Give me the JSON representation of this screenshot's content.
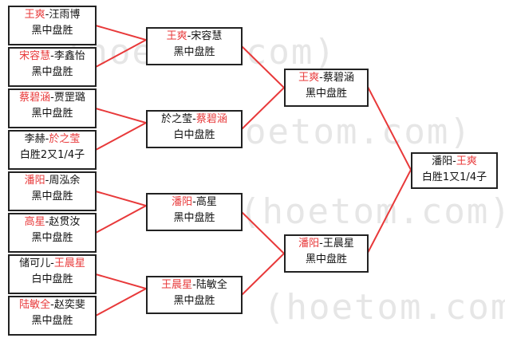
{
  "watermark": "(hoetom.com)",
  "colors": {
    "winner": "#e8393a",
    "line": "#e8393a",
    "text": "#111111",
    "border": "#222222"
  },
  "matches": [
    {
      "p1": "王爽",
      "sep": "-",
      "p2": "汪雨博",
      "winner": 1,
      "result": "黑中盘胜"
    },
    {
      "p1": "宋容慧",
      "sep": "-",
      "p2": "李鑫怡",
      "winner": 1,
      "result": "黑中盘胜"
    },
    {
      "p1": "蔡碧涵",
      "sep": "-",
      "p2": "贾罡璐",
      "winner": 1,
      "result": "黑中盘胜"
    },
    {
      "p1": "李赫",
      "sep": "-",
      "p2": "於之莹",
      "winner": 2,
      "result": "白胜2又1/4子"
    },
    {
      "p1": "潘阳",
      "sep": "-",
      "p2": "周泓余",
      "winner": 1,
      "result": "黑中盘胜"
    },
    {
      "p1": "高星",
      "sep": "-",
      "p2": "赵贯汝",
      "winner": 1,
      "result": "黑中盘胜"
    },
    {
      "p1": "储可儿",
      "sep": "-",
      "p2": "王晨星",
      "winner": 2,
      "result": "白中盘胜"
    },
    {
      "p1": "陆敏全",
      "sep": "-",
      "p2": "赵奕斐",
      "winner": 1,
      "result": "黑中盘胜"
    },
    {
      "p1": "王爽",
      "sep": "-",
      "p2": "宋容慧",
      "winner": 1,
      "result": "黑中盘胜"
    },
    {
      "p1": "於之莹",
      "sep": "-",
      "p2": "蔡碧涵",
      "winner": 2,
      "result": "白中盘胜"
    },
    {
      "p1": "潘阳",
      "sep": "-",
      "p2": "高星",
      "winner": 1,
      "result": "黑中盘胜"
    },
    {
      "p1": "王晨星",
      "sep": "-",
      "p2": "陆敏全",
      "winner": 1,
      "result": "黑中盘胜"
    },
    {
      "p1": "王爽",
      "sep": "-",
      "p2": "蔡碧涵",
      "winner": 1,
      "result": "黑中盘胜"
    },
    {
      "p1": "潘阳",
      "sep": "-",
      "p2": "王晨星",
      "winner": 1,
      "result": "黑中盘胜"
    },
    {
      "p1": "潘阳",
      "sep": "-",
      "p2": "王爽",
      "winner": 2,
      "result": "白胜1又1/4子"
    }
  ]
}
